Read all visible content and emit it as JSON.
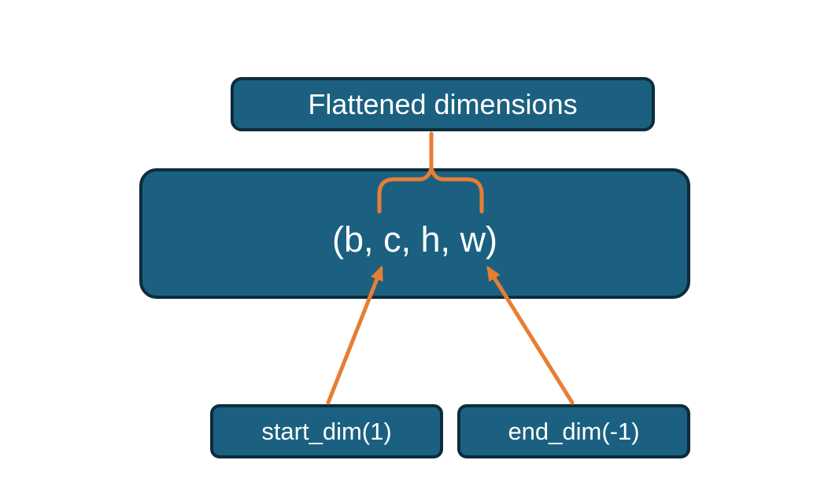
{
  "diagram": {
    "nodes": {
      "flattened": {
        "label": "Flattened dimensions"
      },
      "tensor": {
        "label": "(b, c, h, w)"
      },
      "start_dim": {
        "label": "start_dim(1)"
      },
      "end_dim": {
        "label": "end_dim(-1)"
      }
    },
    "connectors": [
      {
        "type": "brace",
        "from": "tensor",
        "to": "flattened"
      },
      {
        "type": "arrow",
        "from": "start_dim",
        "to": "tensor"
      },
      {
        "type": "arrow",
        "from": "end_dim",
        "to": "tensor"
      }
    ],
    "colors": {
      "node_fill": "#1b6080",
      "node_border": "#0d2c3c",
      "connector": "#e87e33",
      "node_text": "#ffffff",
      "canvas_bg": "#ffffff"
    }
  }
}
